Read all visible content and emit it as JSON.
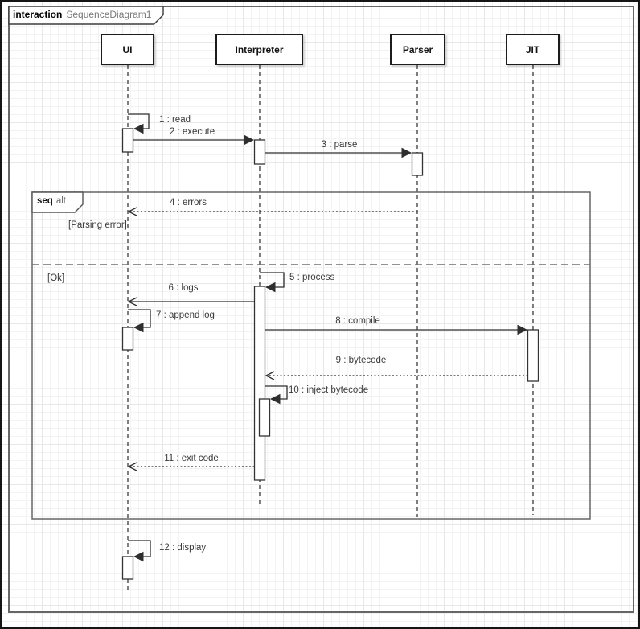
{
  "frame": {
    "keyword": "interaction",
    "title": "SequenceDiagram1"
  },
  "actors": [
    {
      "name": "UI"
    },
    {
      "name": "Interpreter"
    },
    {
      "name": "Parser"
    },
    {
      "name": "JIT"
    }
  ],
  "fragment": {
    "keyword": "seq",
    "operator": "alt",
    "guards": [
      {
        "label": "[Parsing error]"
      },
      {
        "label": "[Ok]"
      }
    ]
  },
  "messages": [
    {
      "label": "1 : read",
      "from": "UI",
      "to": "UI",
      "kind": "self"
    },
    {
      "label": "2 : execute",
      "from": "UI",
      "to": "Interpreter",
      "kind": "sync"
    },
    {
      "label": "3 : parse",
      "from": "Interpreter",
      "to": "Parser",
      "kind": "sync"
    },
    {
      "label": "4 : errors",
      "from": "Parser",
      "to": "UI",
      "kind": "return"
    },
    {
      "label": "5 : process",
      "from": "Interpreter",
      "to": "Interpreter",
      "kind": "self"
    },
    {
      "label": "6 : logs",
      "from": "Interpreter",
      "to": "UI",
      "kind": "async"
    },
    {
      "label": "7 : append log",
      "from": "UI",
      "to": "UI",
      "kind": "self"
    },
    {
      "label": "8 : compile",
      "from": "Interpreter",
      "to": "JIT",
      "kind": "sync"
    },
    {
      "label": "9 : bytecode",
      "from": "JIT",
      "to": "Interpreter",
      "kind": "return"
    },
    {
      "label": "10 : inject bytecode",
      "from": "Interpreter",
      "to": "Interpreter",
      "kind": "self"
    },
    {
      "label": "11 : exit code",
      "from": "Interpreter",
      "to": "UI",
      "kind": "return"
    },
    {
      "label": "12 : display",
      "from": "UI",
      "to": "UI",
      "kind": "self"
    }
  ],
  "colors": {
    "background": "#ffffff",
    "grid": "#f0f0f0",
    "message_stroke": "#3a3a3a",
    "frame_border": "#666666",
    "actor_border": "#1c1c1c"
  }
}
